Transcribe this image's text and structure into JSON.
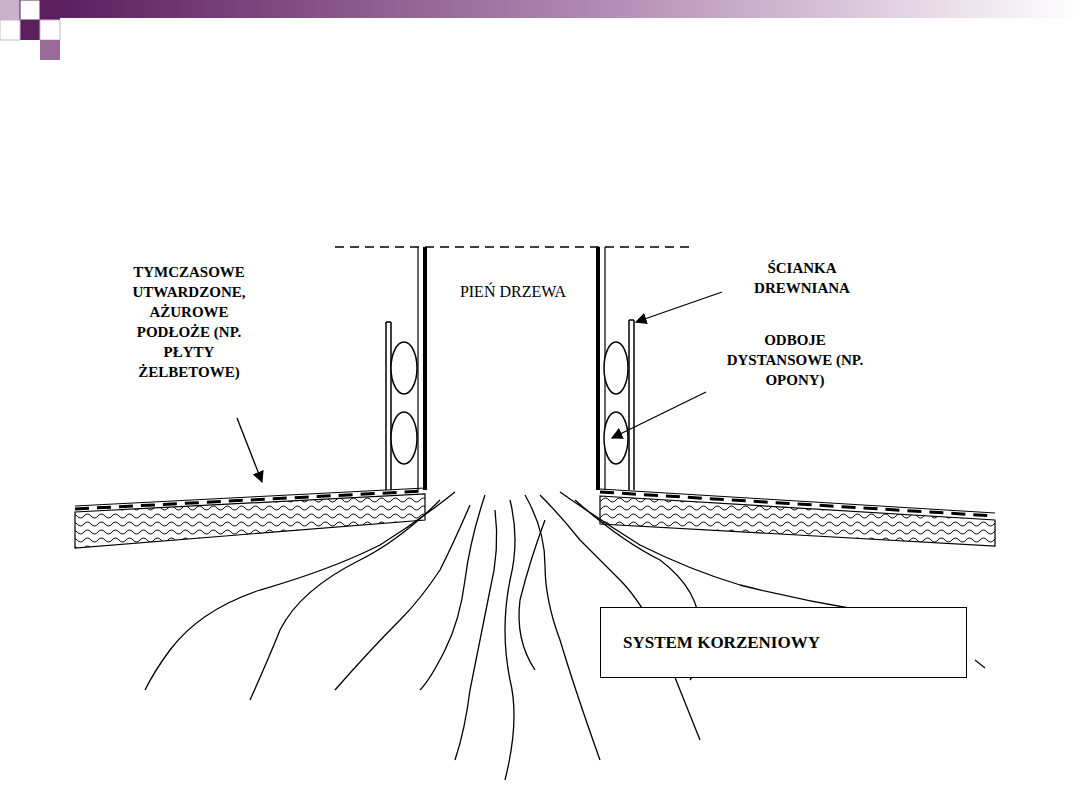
{
  "diagram": {
    "nodes": [
      {
        "text": [
          "PIEŃ DRZEWA"
        ]
      },
      {
        "text": [
          "SYSTEM KORZENIOWY"
        ]
      }
    ],
    "labels": [
      "TYMCZASOWE UTWARDZONE, AŻUROWE PODŁOŻE (NP. PŁYTY ŻELBETOWE)",
      "ŚCIANKA DREWNIANA",
      "ODBOJE DYSTANSOWE (NP. OPONY)"
    ]
  }
}
